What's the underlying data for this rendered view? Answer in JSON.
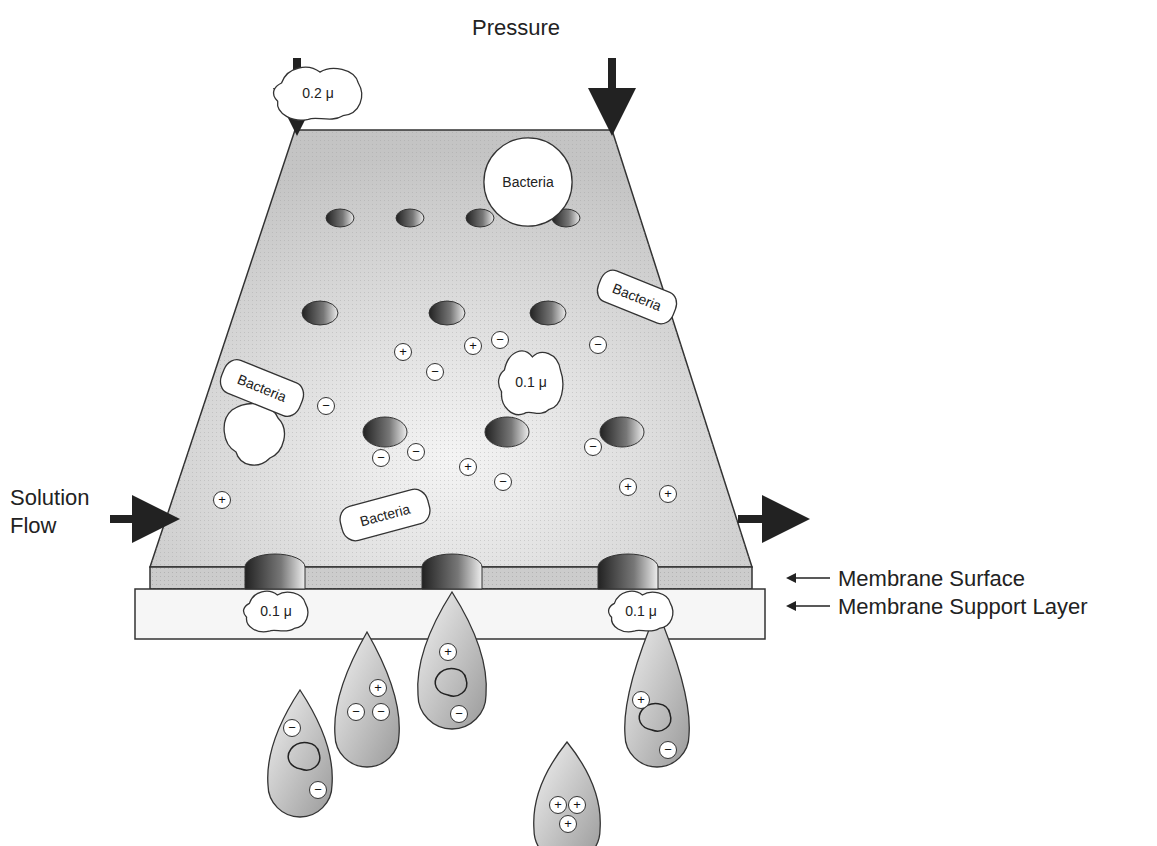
{
  "diagram": {
    "nodes": [
      {
        "text": [
          "0.2 μ"
        ]
      },
      {
        "text": [
          "Bacteria"
        ]
      },
      {
        "text": [
          "Bacteria"
        ]
      },
      {
        "text": [
          "Bacteria"
        ]
      },
      {
        "text": [
          "0.1 μ"
        ]
      },
      {
        "text": [
          "Bacteria"
        ]
      },
      {
        "text": [
          "0.1 μ"
        ]
      },
      {
        "text": [
          "0.1 μ"
        ]
      }
    ],
    "labels": [
      "Pressure",
      "Solution Flow",
      "Membrane Surface",
      "Membrane Support Layer",
      "+",
      "+",
      "−",
      "+",
      "−",
      "−",
      "−",
      "−",
      "−",
      "+",
      "−",
      "−",
      "+",
      "+",
      "−",
      "−",
      "+",
      "−",
      "−",
      "+",
      "−",
      "+",
      "−",
      "+",
      "+",
      "+"
    ]
  }
}
